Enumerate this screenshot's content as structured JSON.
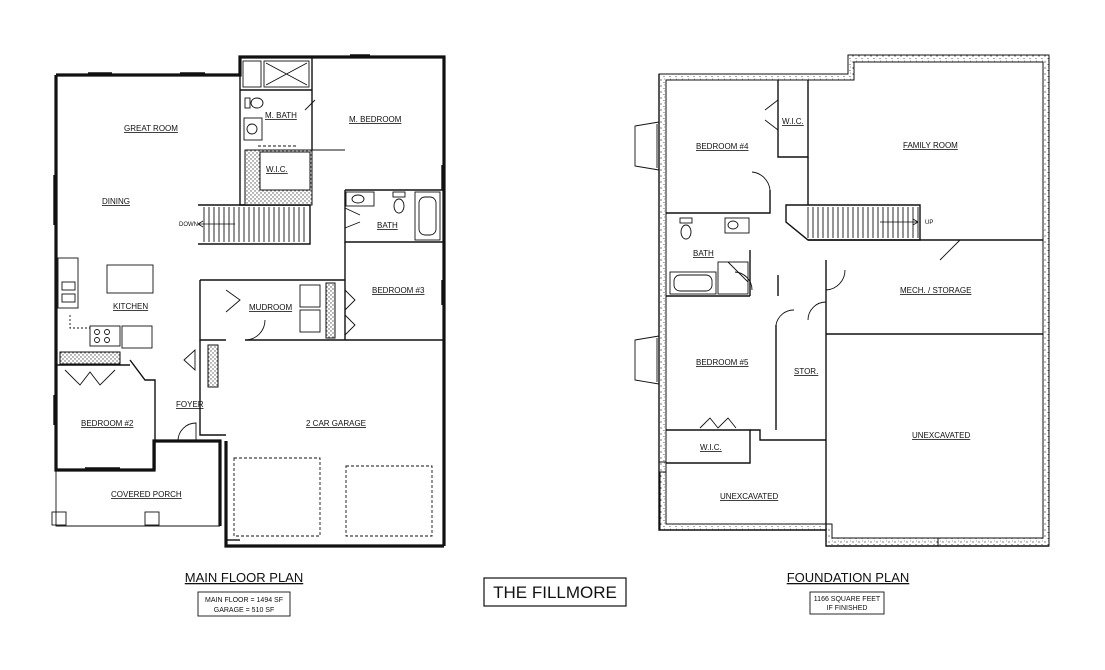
{
  "main_plan": {
    "title": "MAIN FLOOR PLAN",
    "info_lines": [
      "MAIN FLOOR = 1494 SF",
      "GARAGE = 510 SF"
    ],
    "rooms": {
      "great_room": "GREAT ROOM",
      "m_bath": "M. BATH",
      "m_bedroom": "M. BEDROOM",
      "wic": "W.I.C.",
      "dining": "DINING",
      "down": "DOWN",
      "bath": "BATH",
      "kitchen": "KITCHEN",
      "mudroom": "MUDROOM",
      "bedroom3": "BEDROOM #3",
      "foyer": "FOYER",
      "bedroom2": "BEDROOM #2",
      "garage": "2 CAR GARAGE",
      "porch": "COVERED PORCH"
    }
  },
  "center_title": "THE FILLMORE",
  "foundation_plan": {
    "title": "FOUNDATION PLAN",
    "info_lines": [
      "1166 SQUARE FEET",
      "IF FINISHED"
    ],
    "rooms": {
      "bedroom4": "BEDROOM #4",
      "wic_top": "W.I.C.",
      "family_room": "FAMILY ROOM",
      "bath": "BATH",
      "up": "UP",
      "mech": "MECH. / STORAGE",
      "bedroom5": "BEDROOM #5",
      "stor": "STOR.",
      "unexcavated_right": "UNEXCAVATED",
      "wic_bottom": "W.I.C.",
      "unexcavated_left": "UNEXCAVATED"
    }
  }
}
